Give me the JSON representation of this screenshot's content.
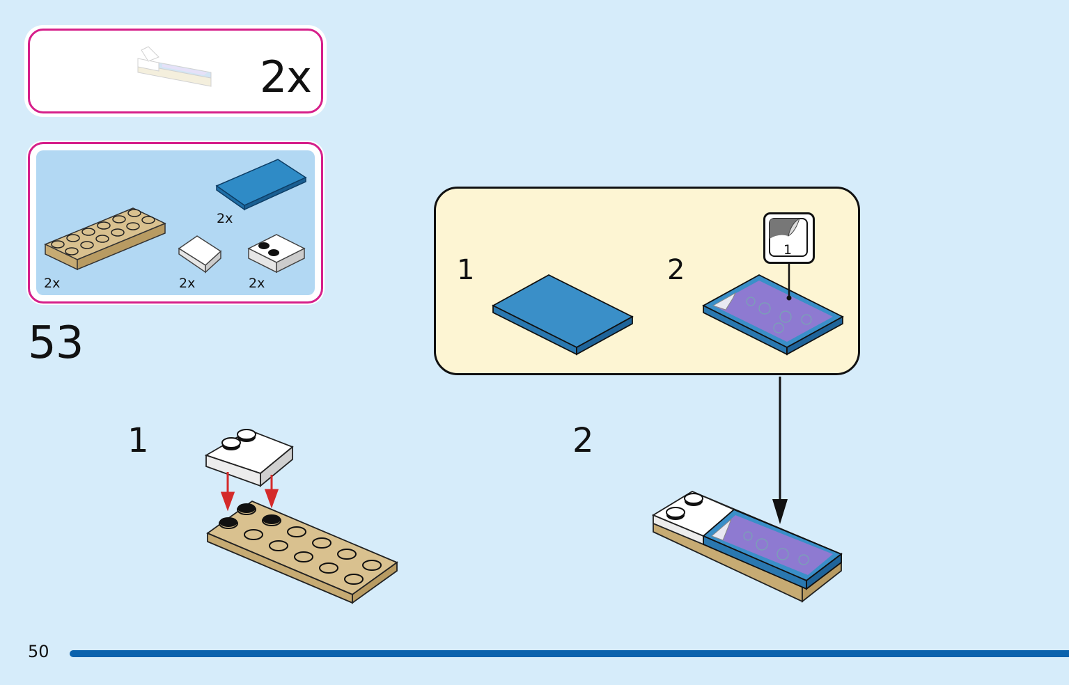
{
  "submodel": {
    "multiplier": "2x"
  },
  "parts_list": [
    {
      "name": "blue-tile-1x2",
      "qty": "2x"
    },
    {
      "name": "tan-plate-2x6",
      "qty": "2x"
    },
    {
      "name": "white-slope",
      "qty": "2x"
    },
    {
      "name": "white-jumper-plate",
      "qty": "2x"
    }
  ],
  "step": {
    "number": "53"
  },
  "callout": {
    "substep_1": "1",
    "substep_2": "2",
    "sticker_number": "1"
  },
  "main": {
    "substep_1": "1",
    "substep_2": "2"
  },
  "page": {
    "number": "50"
  },
  "colors": {
    "magenta_frame": "#d61f8a",
    "tan": "#d9c18f",
    "blue": "#2f8bc6",
    "purple": "#8e7ad1",
    "callout_bg": "#fdf5d3",
    "page_bg": "#d6ecfa",
    "bar": "#0a62ad"
  }
}
